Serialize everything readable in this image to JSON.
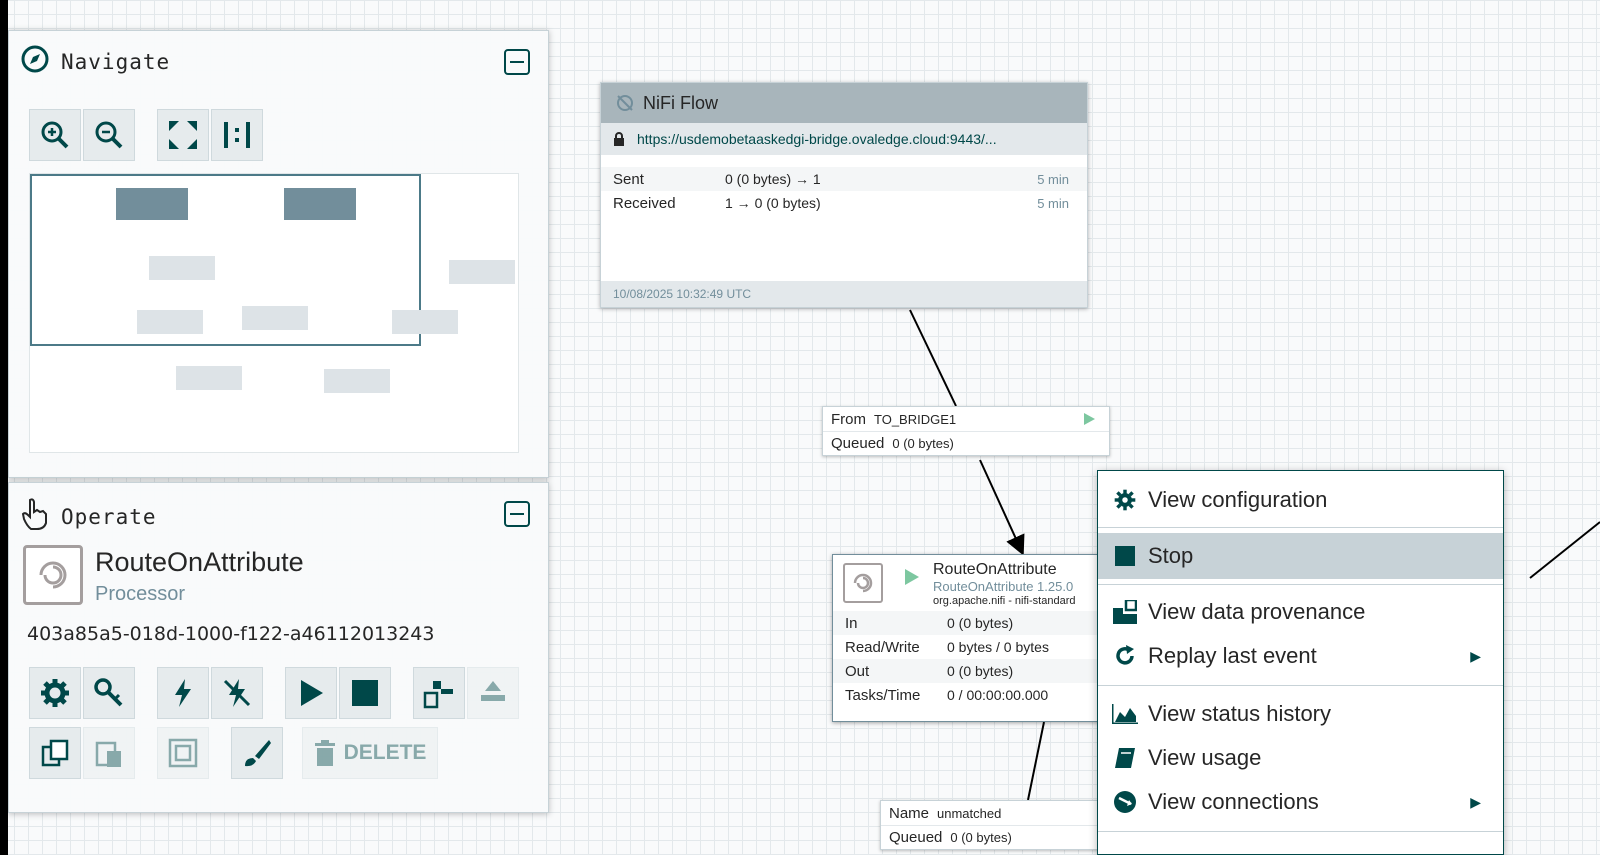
{
  "navigate": {
    "title": "Navigate"
  },
  "operate": {
    "title": "Operate",
    "name": "RouteOnAttribute",
    "type": "Processor",
    "id": "403a85a5-018d-1000-f122-a46112013243",
    "delete_label": "DELETE"
  },
  "rpg": {
    "title": "NiFi Flow",
    "url": "https://usdemobetaaskedgi-bridge.ovaledge.cloud:9443/...",
    "sent_label": "Sent",
    "sent_value": "0 (0 bytes) → 1",
    "sent_time": "5 min",
    "received_label": "Received",
    "received_value": "1 → 0 (0 bytes)",
    "received_time": "5 min",
    "timestamp": "10/08/2025 10:32:49 UTC"
  },
  "conn_top": {
    "from_label": "From",
    "from_value": "TO_BRIDGE1",
    "queued_label": "Queued",
    "queued_value": "0 (0 bytes)"
  },
  "processor": {
    "name": "RouteOnAttribute",
    "version": "RouteOnAttribute 1.25.0",
    "bundle": "org.apache.nifi - nifi-standard",
    "in_label": "In",
    "in_value": "0 (0 bytes)",
    "rw_label": "Read/Write",
    "rw_value": "0 bytes / 0 bytes",
    "out_label": "Out",
    "out_value": "0 (0 bytes)",
    "tasks_label": "Tasks/Time",
    "tasks_value": "0 / 00:00:00.000"
  },
  "conn_bottom": {
    "name_label": "Name",
    "name_value": "unmatched",
    "queued_label": "Queued",
    "queued_value": "0 (0 bytes)"
  },
  "context_menu": {
    "items": [
      {
        "label": "View configuration",
        "icon": "gear-icon"
      },
      {
        "label": "Stop",
        "icon": "stop-icon"
      },
      {
        "label": "View data provenance",
        "icon": "provenance-icon"
      },
      {
        "label": "Replay last event",
        "icon": "replay-icon"
      },
      {
        "label": "View status history",
        "icon": "chart-icon"
      },
      {
        "label": "View usage",
        "icon": "book-icon"
      },
      {
        "label": "View connections",
        "icon": "connections-icon"
      }
    ]
  },
  "colors": {
    "accent": "#004849",
    "muted": "#728e9b",
    "highlight": "#c7d2d7",
    "running": "#7dc7a0"
  }
}
